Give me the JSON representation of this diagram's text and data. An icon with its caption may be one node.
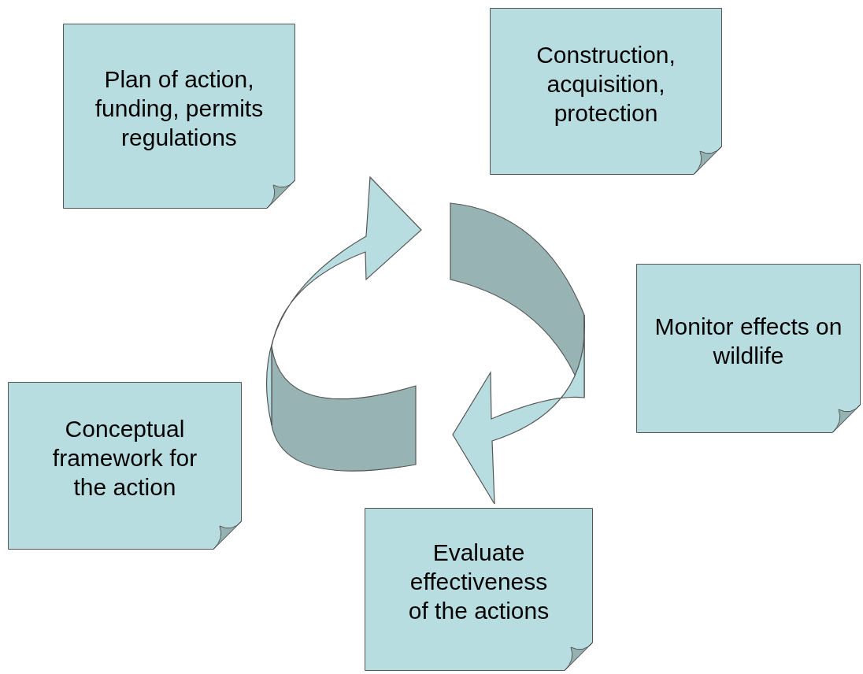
{
  "diagram": {
    "nodes": [
      {
        "text": [
          "Plan of action, funding, permits regulations"
        ]
      },
      {
        "text": [
          "Construction, acquisition, protection"
        ]
      },
      {
        "text": [
          "Monitor effects on wildlife"
        ]
      },
      {
        "text": [
          "Conceptual framework for the action"
        ]
      },
      {
        "text": [
          "Evaluate effectiveness of the actions"
        ]
      }
    ]
  }
}
